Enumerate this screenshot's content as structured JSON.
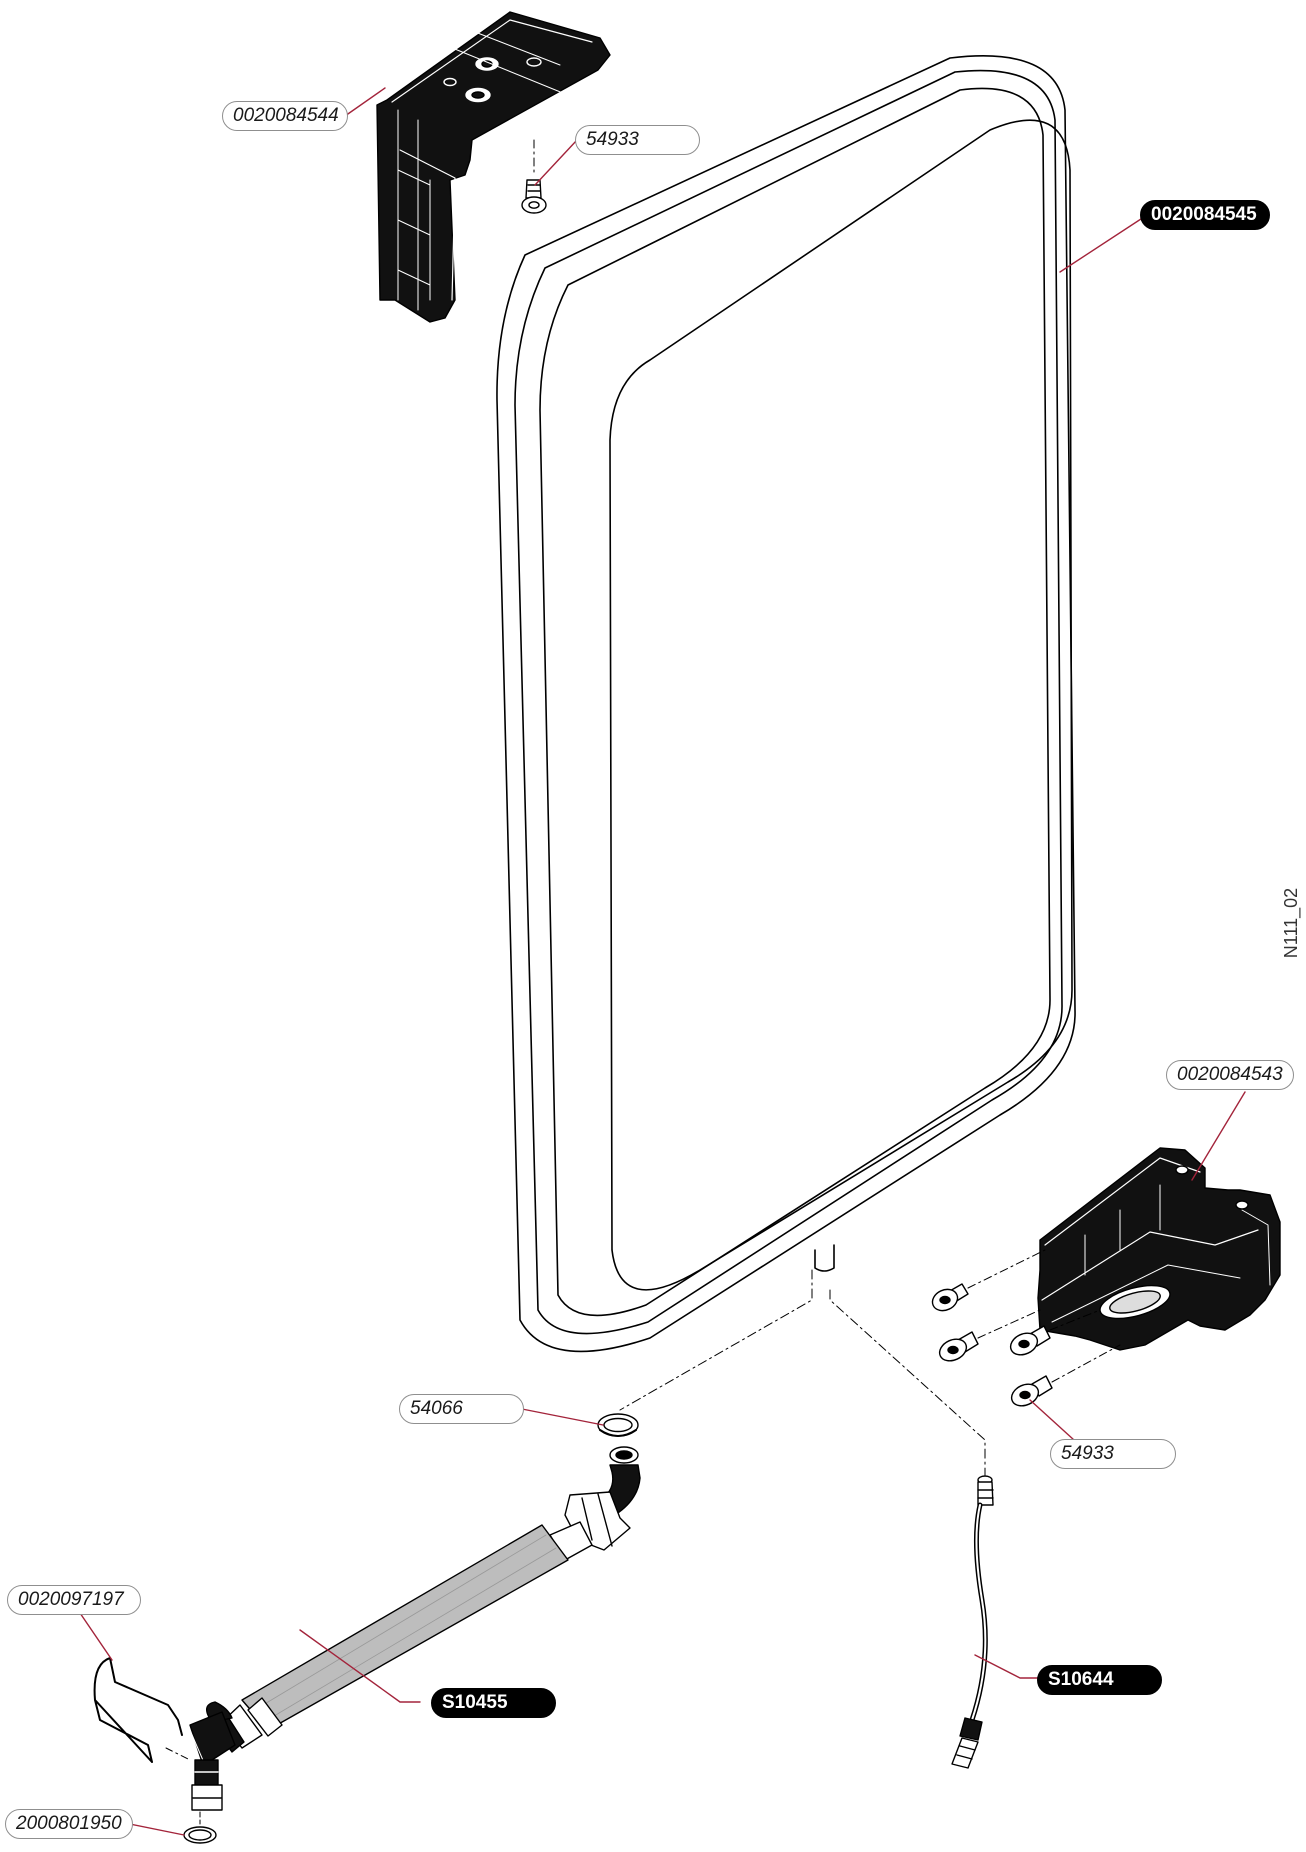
{
  "drawing_id": "N111_02",
  "callouts": [
    {
      "id": "bracket-top",
      "text": "0020084544",
      "style": "plain"
    },
    {
      "id": "screw-top",
      "text": "54933",
      "style": "plain"
    },
    {
      "id": "vessel",
      "text": "0020084545",
      "style": "solid"
    },
    {
      "id": "bracket-bottom",
      "text": "0020084543",
      "style": "plain"
    },
    {
      "id": "screws-bottom",
      "text": "54933",
      "style": "plain"
    },
    {
      "id": "seal-upper",
      "text": "54066",
      "style": "plain"
    },
    {
      "id": "clip",
      "text": "0020097197",
      "style": "plain"
    },
    {
      "id": "hose",
      "text": "S10455",
      "style": "solid"
    },
    {
      "id": "capillary",
      "text": "S10644",
      "style": "solid"
    },
    {
      "id": "seal-lower",
      "text": "2000801950",
      "style": "plain"
    }
  ],
  "colors": {
    "leader": "#a3243b",
    "line": "#000000",
    "hose_fill": "#bdbdbd"
  }
}
